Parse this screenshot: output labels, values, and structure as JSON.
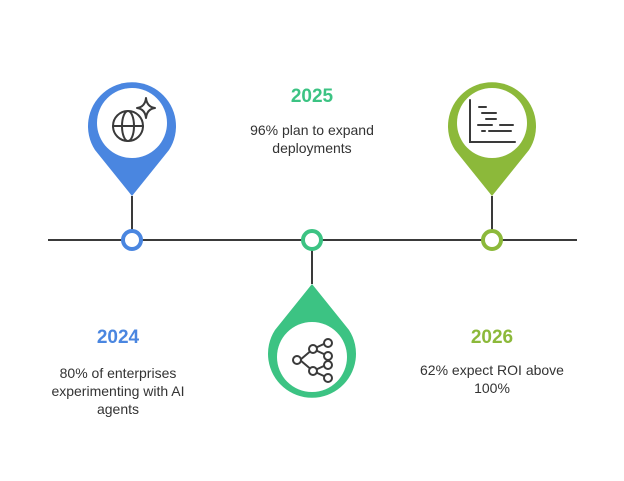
{
  "colors": {
    "blue": "#4A86E0",
    "teal": "#3CC383",
    "green": "#8CB93A",
    "line": "#3a3a3a",
    "text": "#333333"
  },
  "milestones": [
    {
      "year": "2024",
      "description": "80% of enterprises experimenting with AI agents",
      "icon": "globe-sparkle-icon",
      "color": "#4A86E0"
    },
    {
      "year": "2025",
      "description": "96% plan to expand deployments",
      "icon": "network-nodes-icon",
      "color": "#3CC383"
    },
    {
      "year": "2026",
      "description": "62% expect ROI above 100%",
      "icon": "chart-bars-icon",
      "color": "#8CB93A"
    }
  ]
}
